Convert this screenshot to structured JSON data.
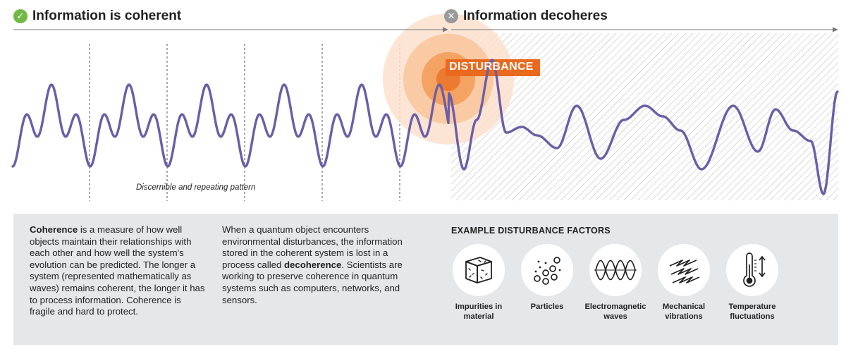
{
  "headers": {
    "coherent": "Information is coherent",
    "decoheres": "Information decoheres",
    "check_icon": "✓",
    "x_icon": "✕"
  },
  "colors": {
    "wave": "#6b5ea8",
    "check_badge": "#6fb944",
    "x_badge": "#9a9a9a",
    "disturbance": "#e96a1f",
    "panel": "#e6e7e8",
    "hatch": "#bdbdbd"
  },
  "disturbance_label": "DISTURBANCE",
  "pattern_label": "Discernible and repeating pattern",
  "coherence_text": {
    "term": "Coherence",
    "rest": "is a measure of how well objects maintain their relationships with each other and how well the system's evolution can be predicted. The longer a system (represented mathematically as waves) remains coherent, the longer it has to process information. Coherence is fragile and hard to protect."
  },
  "decoherence_text": {
    "before": "When a quantum object encounters environmental disturbances, the information stored in the coherent system is lost in a process called",
    "term": "decoherence",
    "after": ". Scientists are working to preserve coherence in quantum systems such as computers, networks, and sensors."
  },
  "factors_title": "EXAMPLE DISTURBANCE FACTORS",
  "factors": [
    {
      "label": "Impurities in material",
      "icon": "cube-impurities-icon"
    },
    {
      "label": "Particles",
      "icon": "particles-icon"
    },
    {
      "label": "Electromagnetic waves",
      "icon": "em-waves-icon"
    },
    {
      "label": "Mechanical vibrations",
      "icon": "vibrations-icon"
    },
    {
      "label": "Temperature fluctuations",
      "icon": "thermometer-icon"
    }
  ]
}
